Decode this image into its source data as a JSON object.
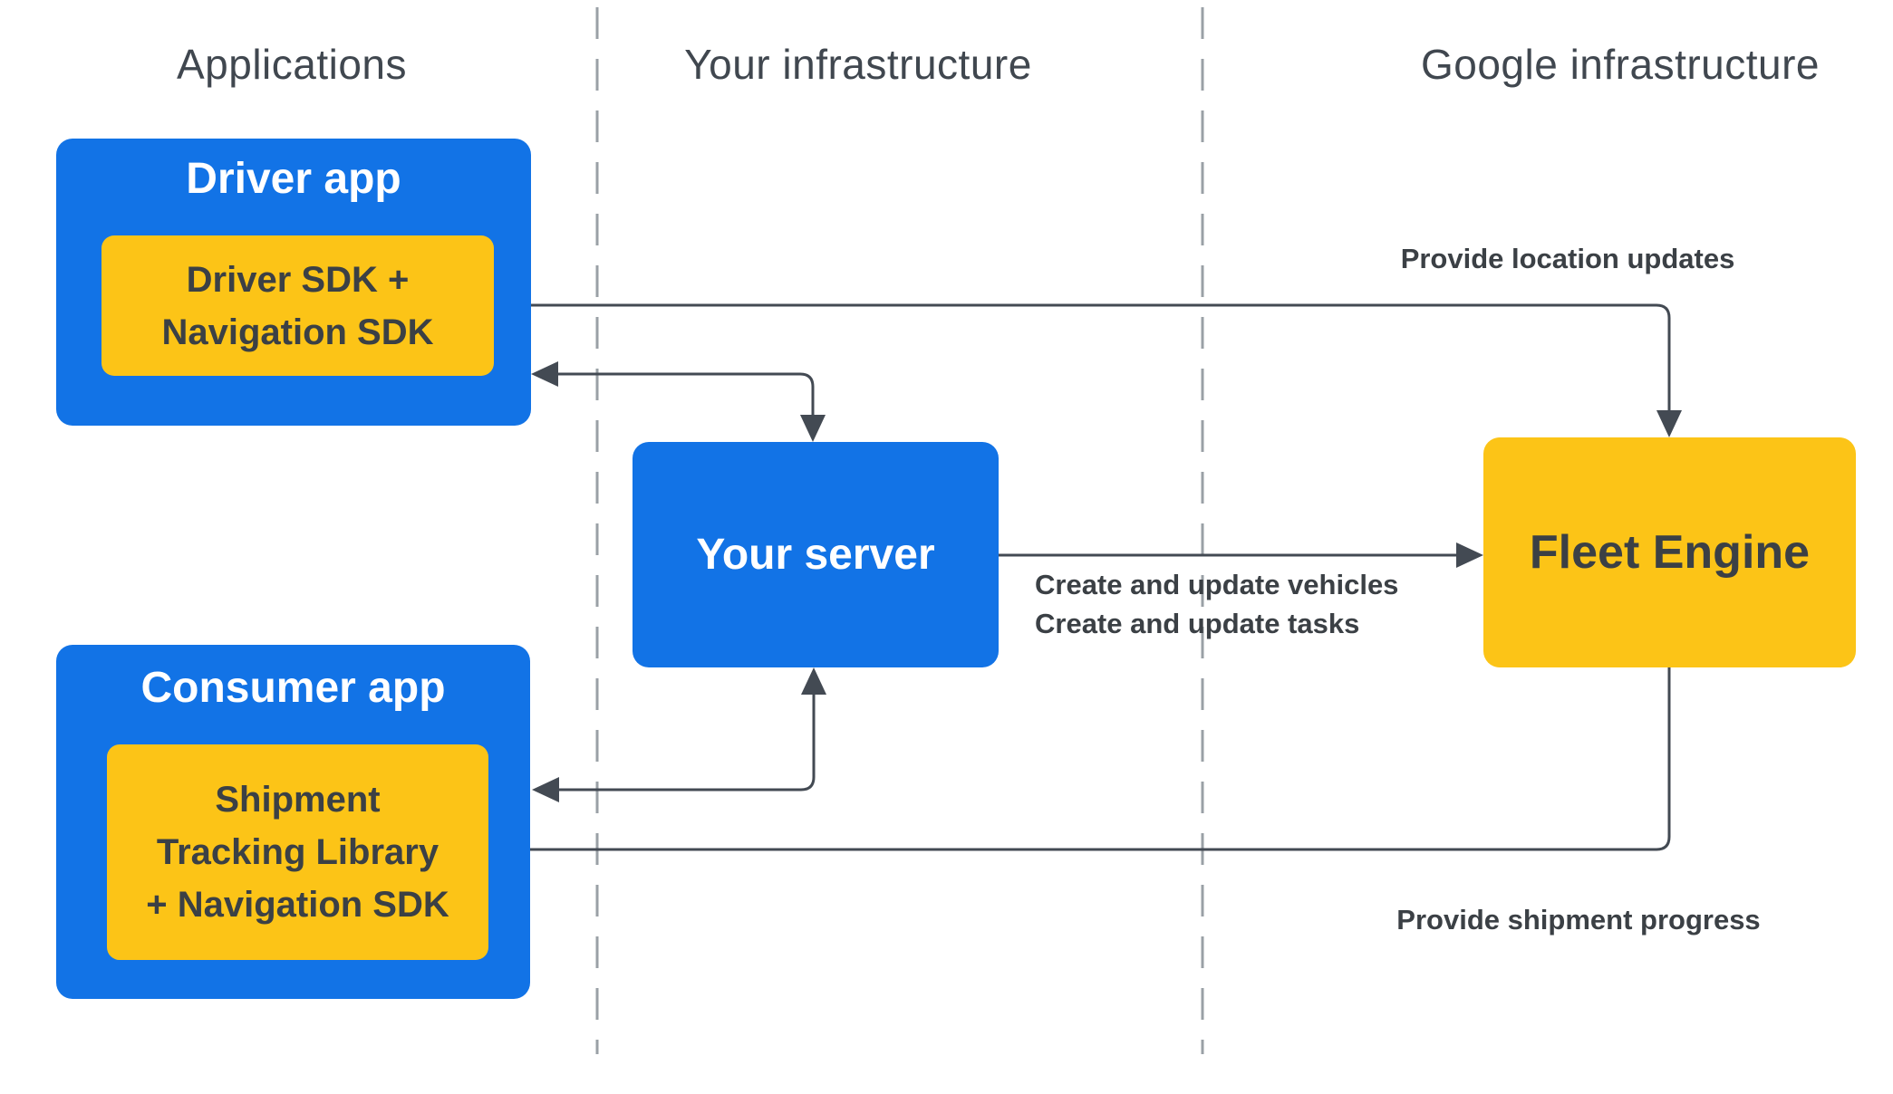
{
  "diagram": {
    "columns": [
      {
        "label": "Applications"
      },
      {
        "label": "Your infrastructure"
      },
      {
        "label": "Google infrastructure"
      }
    ],
    "nodes": {
      "driver_app": {
        "title": "Driver app",
        "sdk": {
          "lines": [
            "Driver SDK +",
            "Navigation SDK"
          ]
        }
      },
      "your_server": {
        "title": "Your server"
      },
      "fleet_engine": {
        "title": "Fleet Engine"
      },
      "consumer_app": {
        "title": "Consumer app",
        "sdk": {
          "lines": [
            "Shipment",
            "Tracking Library",
            "+ Navigation SDK"
          ]
        }
      }
    },
    "edges": {
      "provide_location_updates": {
        "label": "Provide location updates"
      },
      "create_update": {
        "lines": [
          "Create and update vehicles",
          "Create and update tasks"
        ]
      },
      "provide_shipment_progress": {
        "label": "Provide shipment progress"
      }
    },
    "colors": {
      "box_blue": "#1273E6",
      "box_yellow": "#FCC417",
      "arrow": "#434A53",
      "dashed_divider": "#9AA0A6",
      "heading_text": "#40474F",
      "label_text": "#3B4045",
      "title_on_blue": "#FFFFFF"
    }
  }
}
